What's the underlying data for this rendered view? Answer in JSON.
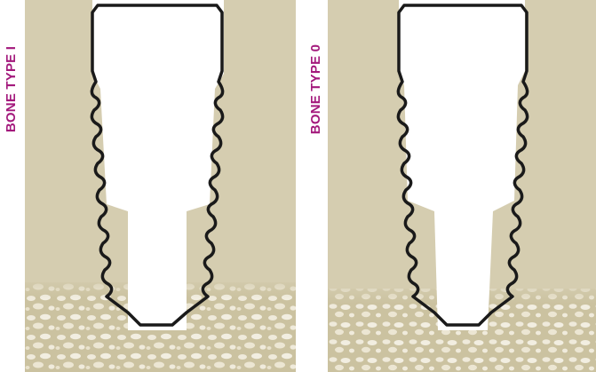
{
  "panels": [
    {
      "label": "BONE TYPE I",
      "socket": "wide"
    },
    {
      "label": "BONE TYPE 0",
      "socket": "narrow"
    }
  ],
  "colors": {
    "cortical_bone": "#d5cdb0",
    "cancellous_bone": "#cfc6a6",
    "trabecula": "#eee9d8",
    "implant_fill": "#ffffff",
    "implant_outline": "#1a1a1a",
    "label": "#a3197c"
  }
}
